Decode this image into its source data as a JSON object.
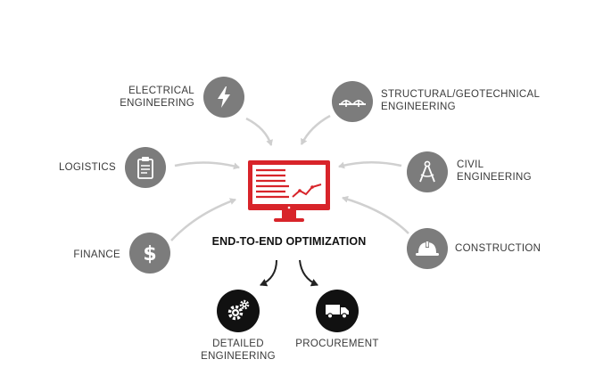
{
  "diagram": {
    "central": {
      "label": "END-TO-END OPTIMIZATION",
      "icon": "monitor-chart-icon",
      "color": "#d8242a"
    },
    "inputs": [
      {
        "id": "electrical",
        "lines": [
          "ELECTRICAL",
          "ENGINEERING"
        ],
        "icon": "lightning-bolt-icon"
      },
      {
        "id": "structural",
        "lines": [
          "STRUCTURAL/GEOTECHNICAL",
          "ENGINEERING"
        ],
        "icon": "bridge-icon"
      },
      {
        "id": "logistics",
        "lines": [
          "LOGISTICS"
        ],
        "icon": "clipboard-icon"
      },
      {
        "id": "civil",
        "lines": [
          "CIVIL",
          "ENGINEERING"
        ],
        "icon": "compass-icon"
      },
      {
        "id": "finance",
        "lines": [
          "FINANCE"
        ],
        "icon": "dollar-icon"
      },
      {
        "id": "construction",
        "lines": [
          "CONSTRUCTION"
        ],
        "icon": "hard-hat-icon"
      }
    ],
    "outputs": [
      {
        "id": "detailed",
        "lines": [
          "DETAILED",
          "ENGINEERING"
        ],
        "icon": "gears-icon"
      },
      {
        "id": "procurement",
        "lines": [
          "PROCUREMENT"
        ],
        "icon": "truck-icon"
      }
    ],
    "colors": {
      "input_node": "#7c7c7c",
      "output_node": "#111111",
      "connector": "#d0d0d0",
      "output_arrow": "#222222"
    }
  }
}
